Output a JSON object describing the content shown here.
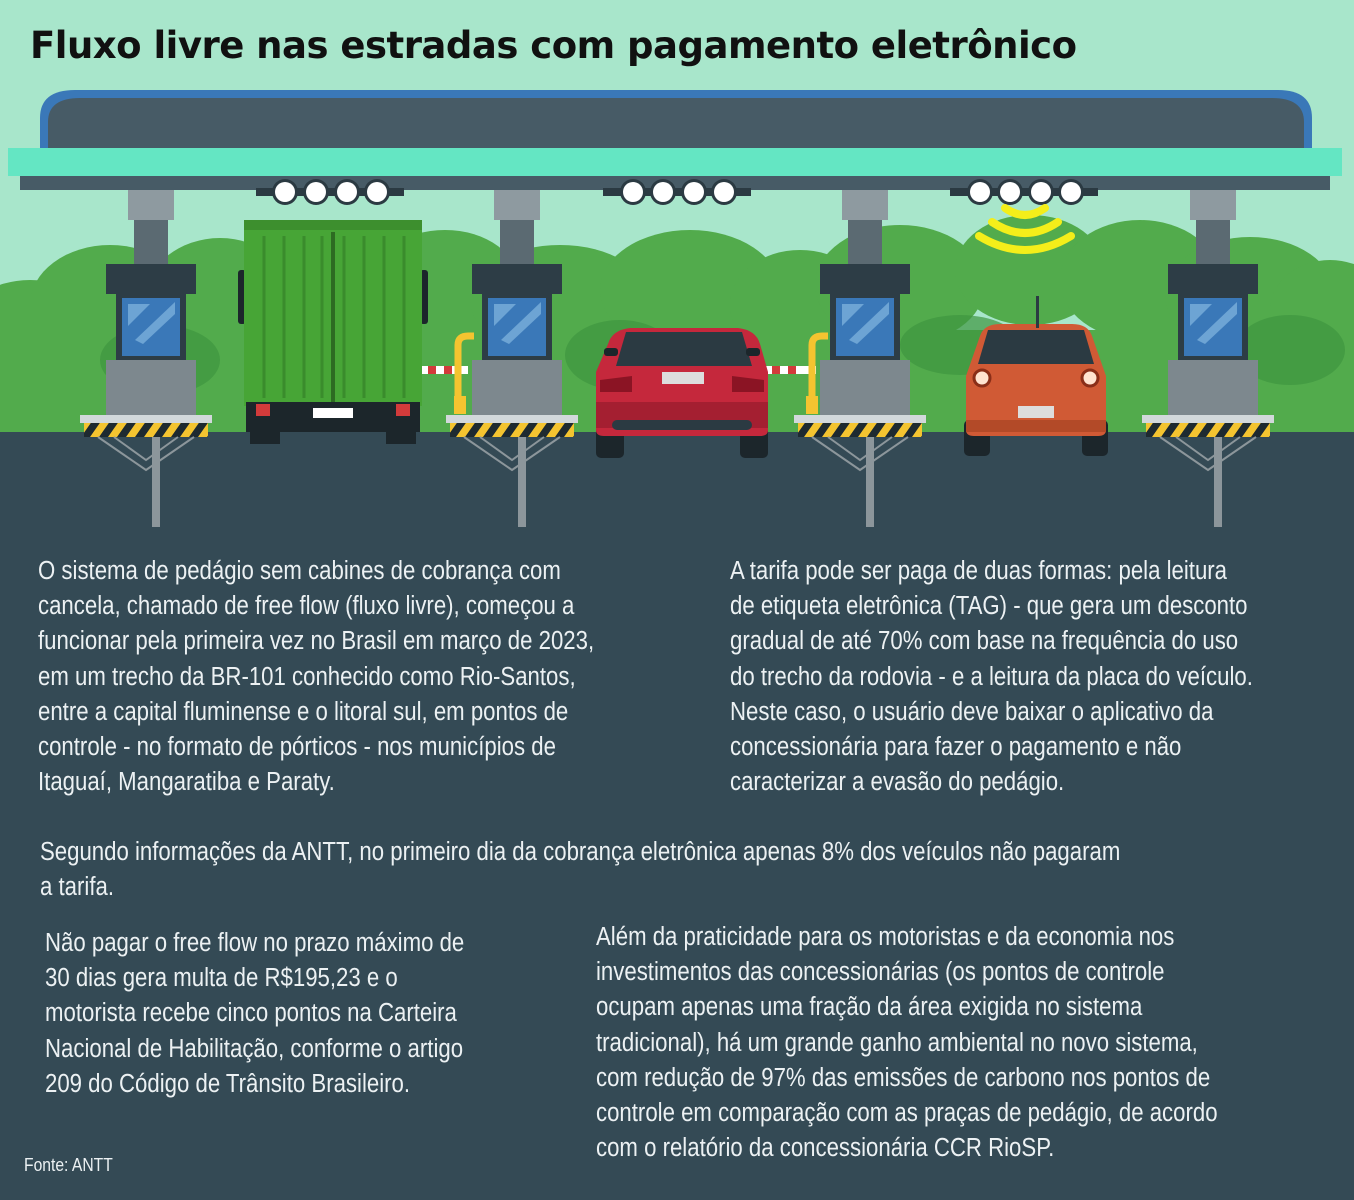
{
  "title": "Fluxo livre nas estradas com pagamento eletrônico",
  "paragraphs": {
    "p1": [
      "O sistema de pedágio sem cabines de cobrança com",
      "cancela, chamado de free flow (fluxo livre), começou a",
      "funcionar pela primeira vez no Brasil em março de 2023,",
      "em um trecho da BR-101 conhecido como Rio-Santos,",
      "entre a capital fluminense e o litoral sul, em pontos de",
      "controle - no formato de pórticos - nos municípios de",
      "Itaguaí, Mangaratiba e Paraty."
    ],
    "p2": [
      "A tarifa pode ser paga de duas formas: pela leitura",
      "de etiqueta eletrônica (TAG) - que gera um desconto",
      "gradual de até 70% com base na frequência do uso",
      "do trecho da rodovia - e a leitura da placa do veículo.",
      "Neste caso, o usuário deve baixar o aplicativo da",
      "concessionária para fazer o pagamento e não",
      "caracterizar a evasão do pedágio."
    ],
    "p3": [
      "Segundo informações da ANTT, no primeiro dia da cobrança eletrônica apenas 8% dos veículos não pagaram",
      "a tarifa."
    ],
    "p4": [
      "Não pagar o free flow no prazo máximo de",
      "30 dias gera multa de R$195,23 e o",
      "motorista recebe cinco pontos na Carteira",
      "Nacional de Habilitação, conforme o artigo",
      "209 do Código de Trânsito Brasileiro."
    ],
    "p5": [
      "Além da praticidade para os motoristas e da economia nos",
      "investimentos das concessionárias (os pontos de controle",
      "ocupam apenas uma fração da área exigida no sistema",
      "tradicional), há um grande ganho ambiental no novo sistema,",
      "com redução de 97% das emissões de carbono nos pontos de",
      "controle em comparação com as praças de pedágio, de acordo",
      "com o relatório da concessionária  CCR  RioSP."
    ]
  },
  "source": "Fonte: ANTT",
  "illustration": {
    "icons": [
      "toll-gantry",
      "toll-booth",
      "truck",
      "red-car",
      "orange-car",
      "tag-signal-icon",
      "barrier-arm",
      "gantry-lights"
    ],
    "colors": {
      "sky": "#a8e6cb",
      "trees": "#52ab4c",
      "road": "#344a55",
      "canopy": "#475b66",
      "canopy_edge": "#3a78b8",
      "canopy_band": "#64e6c3",
      "truck": "#47a536",
      "red_car": "#c5283c",
      "orange_car": "#d05a35",
      "signal": "#f4ee1a",
      "hazard_yellow": "#f4c430"
    }
  }
}
